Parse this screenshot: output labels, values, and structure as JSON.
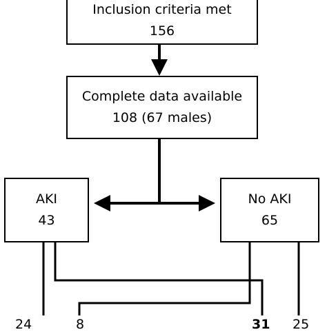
{
  "diagram": {
    "boxes": {
      "inclusion": {
        "line1": "Inclusion criteria met",
        "line2": "156"
      },
      "complete": {
        "line1": "Complete data available",
        "line2": "108 (67 males)"
      },
      "aki": {
        "line1": "AKI",
        "line2": "43"
      },
      "no_aki": {
        "line1": "No AKI",
        "line2": "65"
      }
    },
    "bottom_counts": [
      "24",
      "8",
      "31",
      "25"
    ],
    "line_color": "#000000"
  }
}
